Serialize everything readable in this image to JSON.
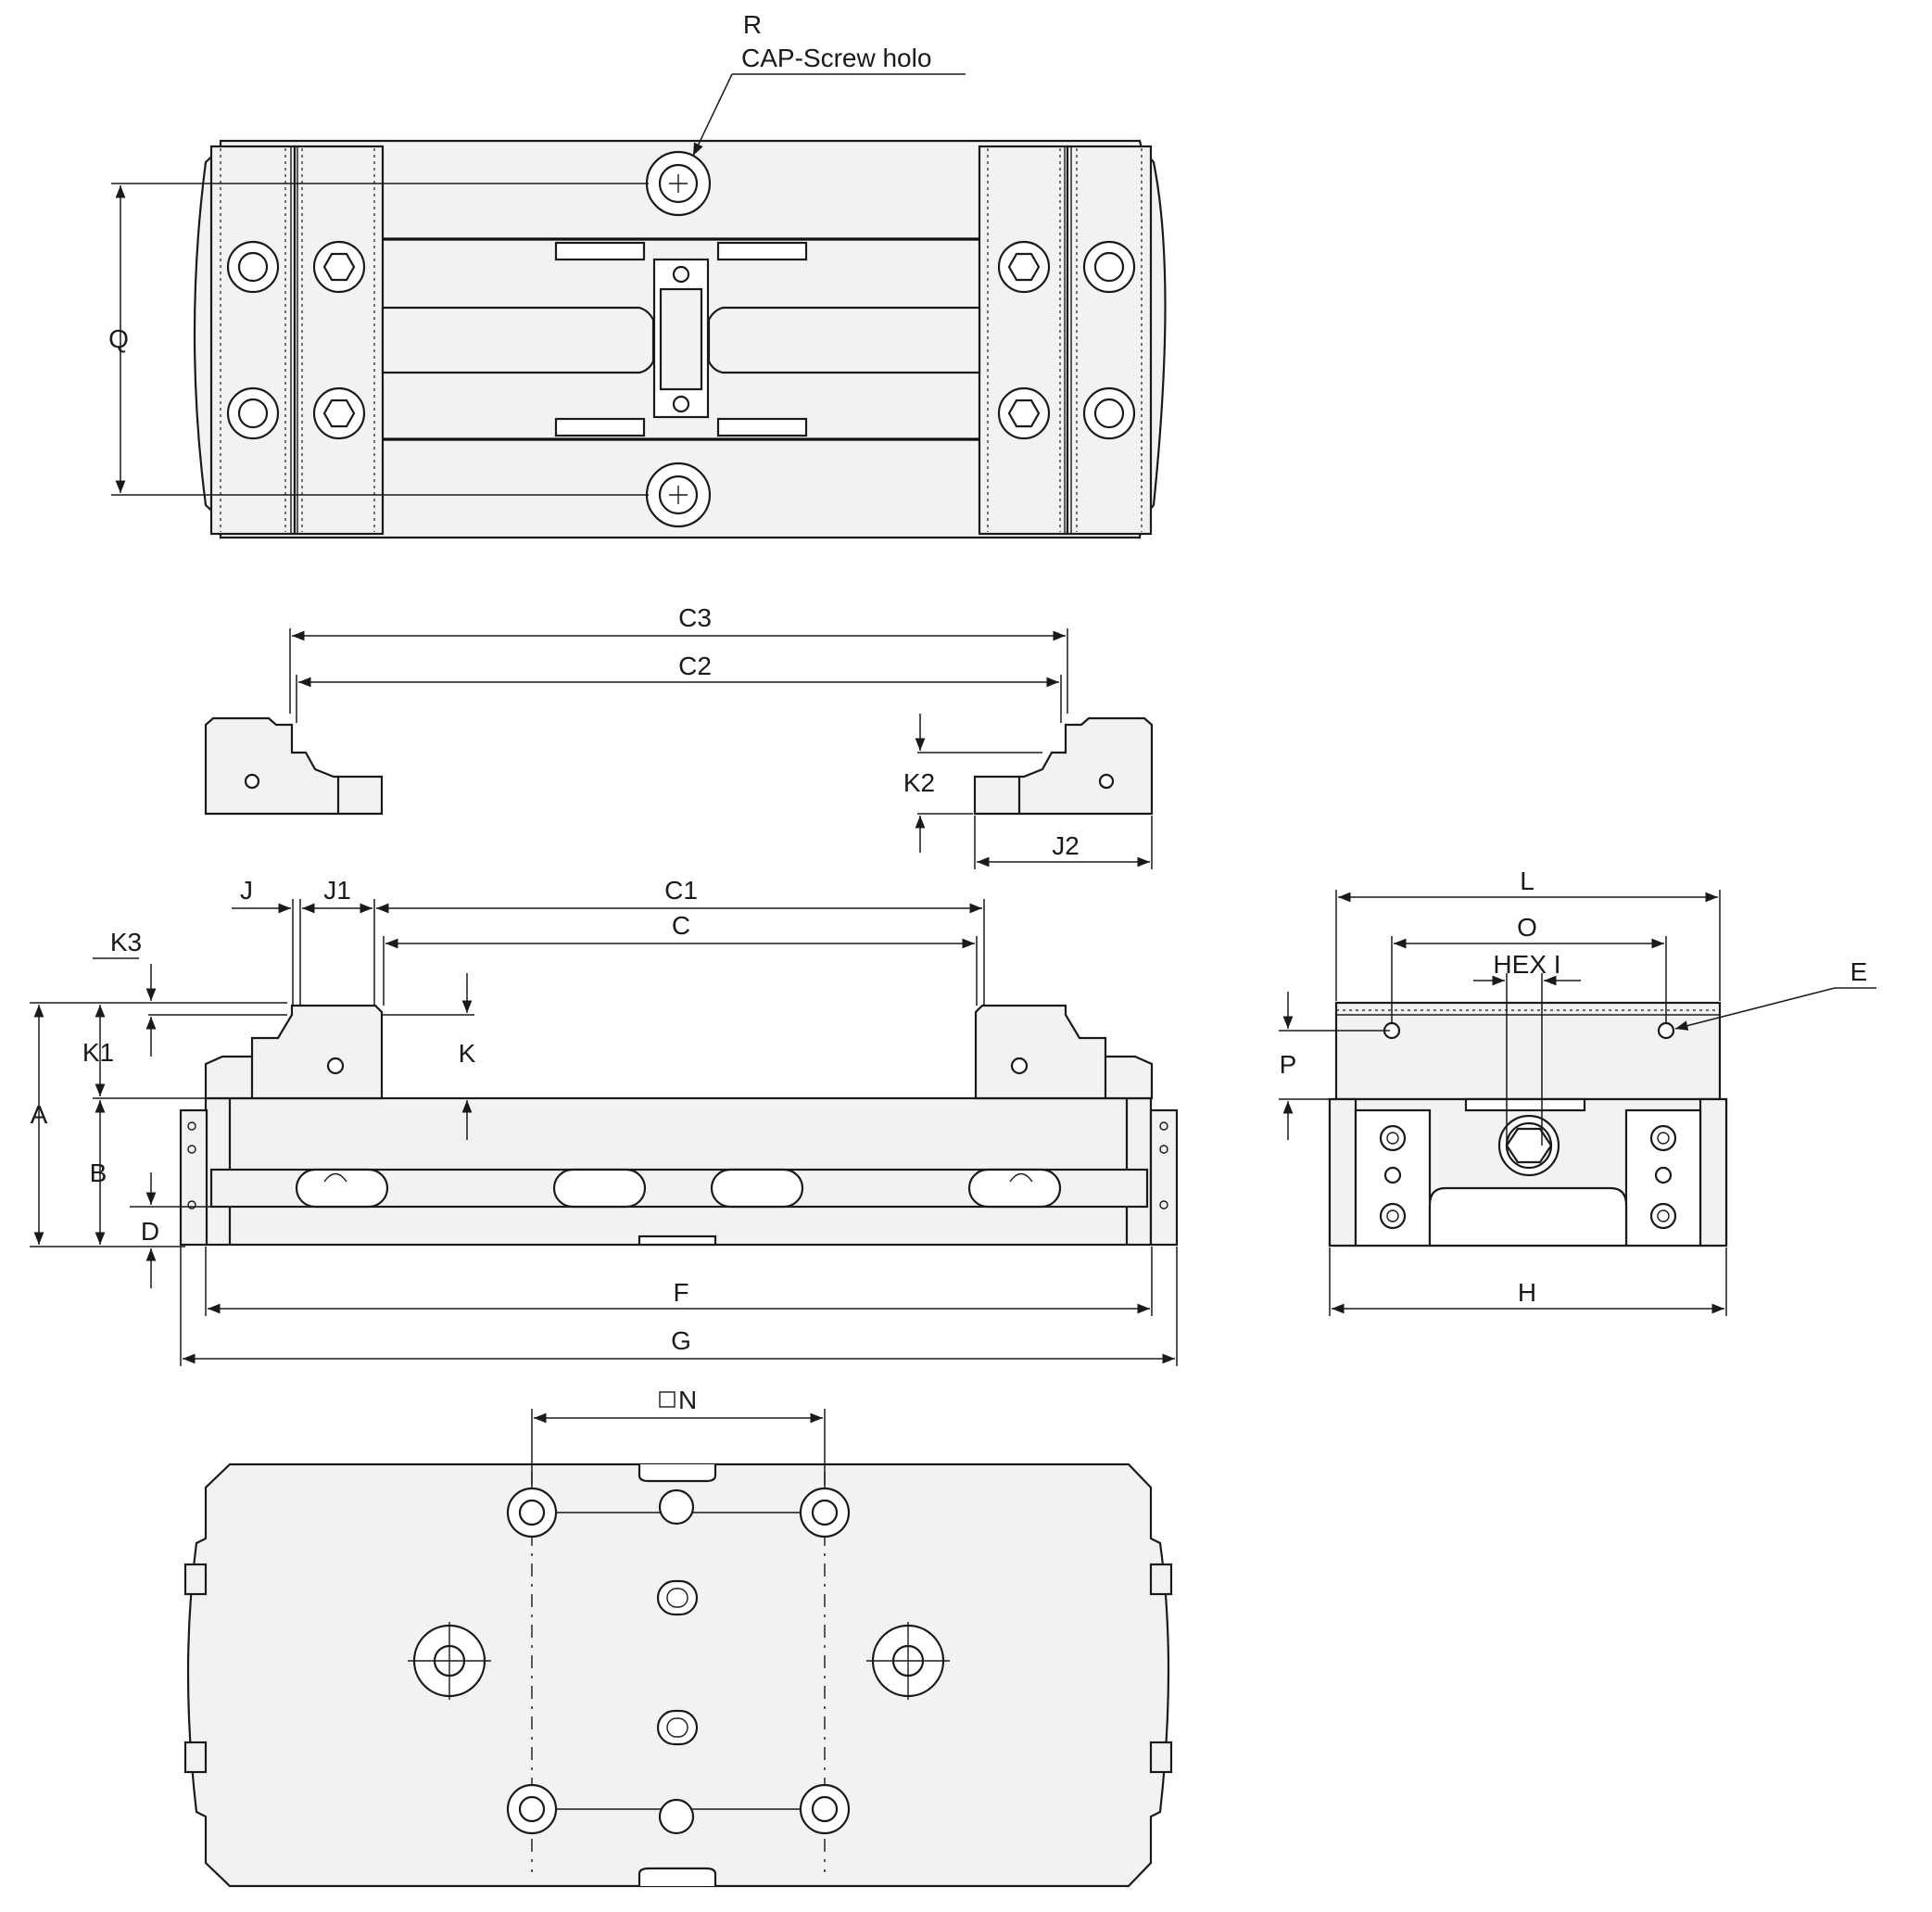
{
  "dimensions": {
    "R": "R",
    "cap_screw": "CAP-Screw holo",
    "Q": "Q",
    "C3": "C3",
    "C2": "C2",
    "K2": "K2",
    "J2": "J2",
    "J": "J",
    "J1": "J1",
    "C1": "C1",
    "C": "C",
    "K3": "K3",
    "K1": "K1",
    "K": "K",
    "A": "A",
    "B": "B",
    "D": "D",
    "F": "F",
    "G": "G",
    "N": "N",
    "L": "L",
    "O": "O",
    "HEX": "HEX I",
    "E": "E",
    "P": "P",
    "H": "H"
  },
  "colors": {
    "line": "#1a1a1a",
    "fill": "#f2f2f2",
    "background": "#ffffff"
  }
}
